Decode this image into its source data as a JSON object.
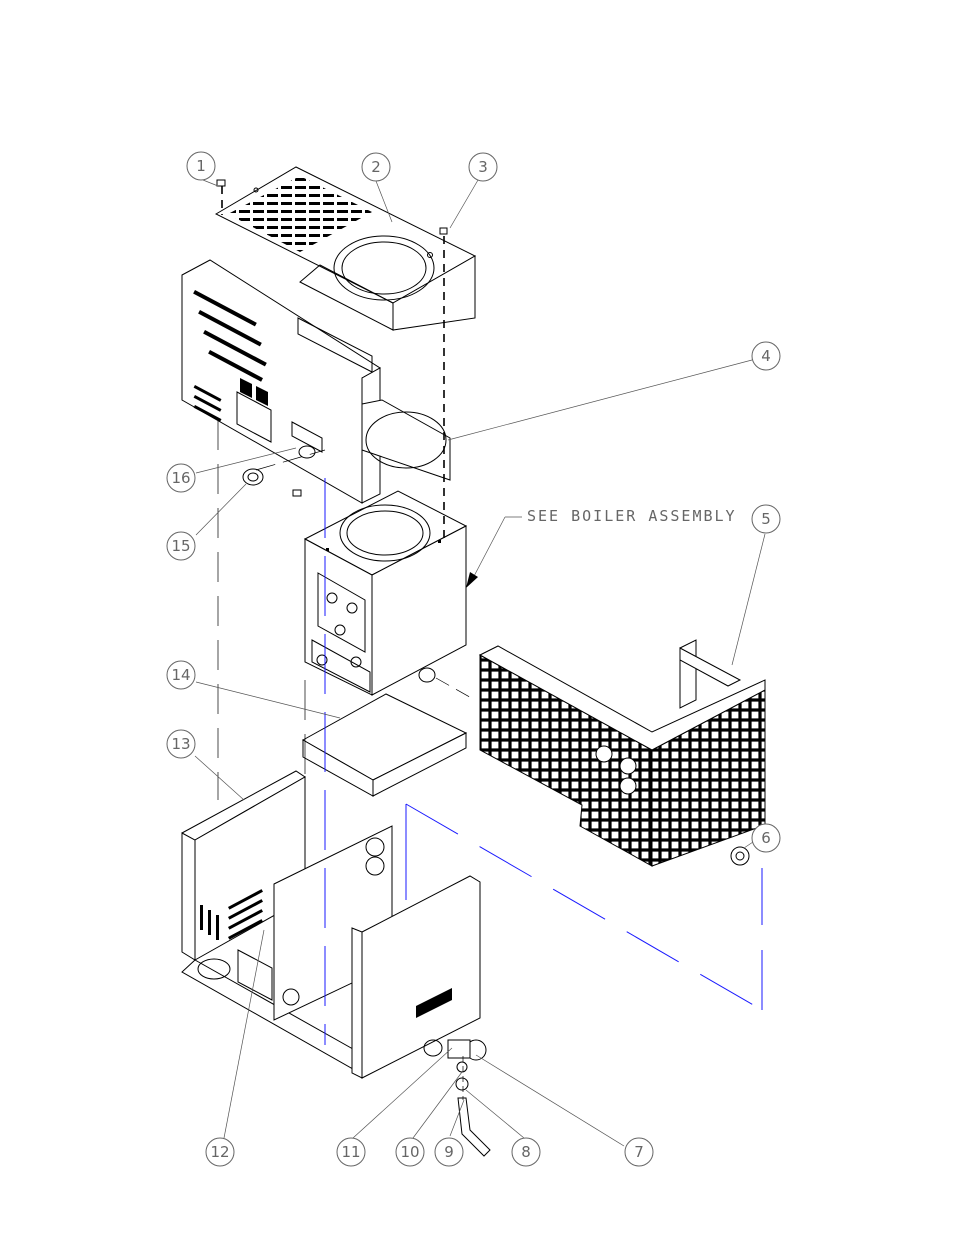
{
  "callouts": [
    "1",
    "2",
    "3",
    "4",
    "5",
    "6",
    "7",
    "8",
    "9",
    "10",
    "11",
    "12",
    "13",
    "14",
    "15",
    "16"
  ],
  "note": "SEE BOILER ASSEMBLY"
}
